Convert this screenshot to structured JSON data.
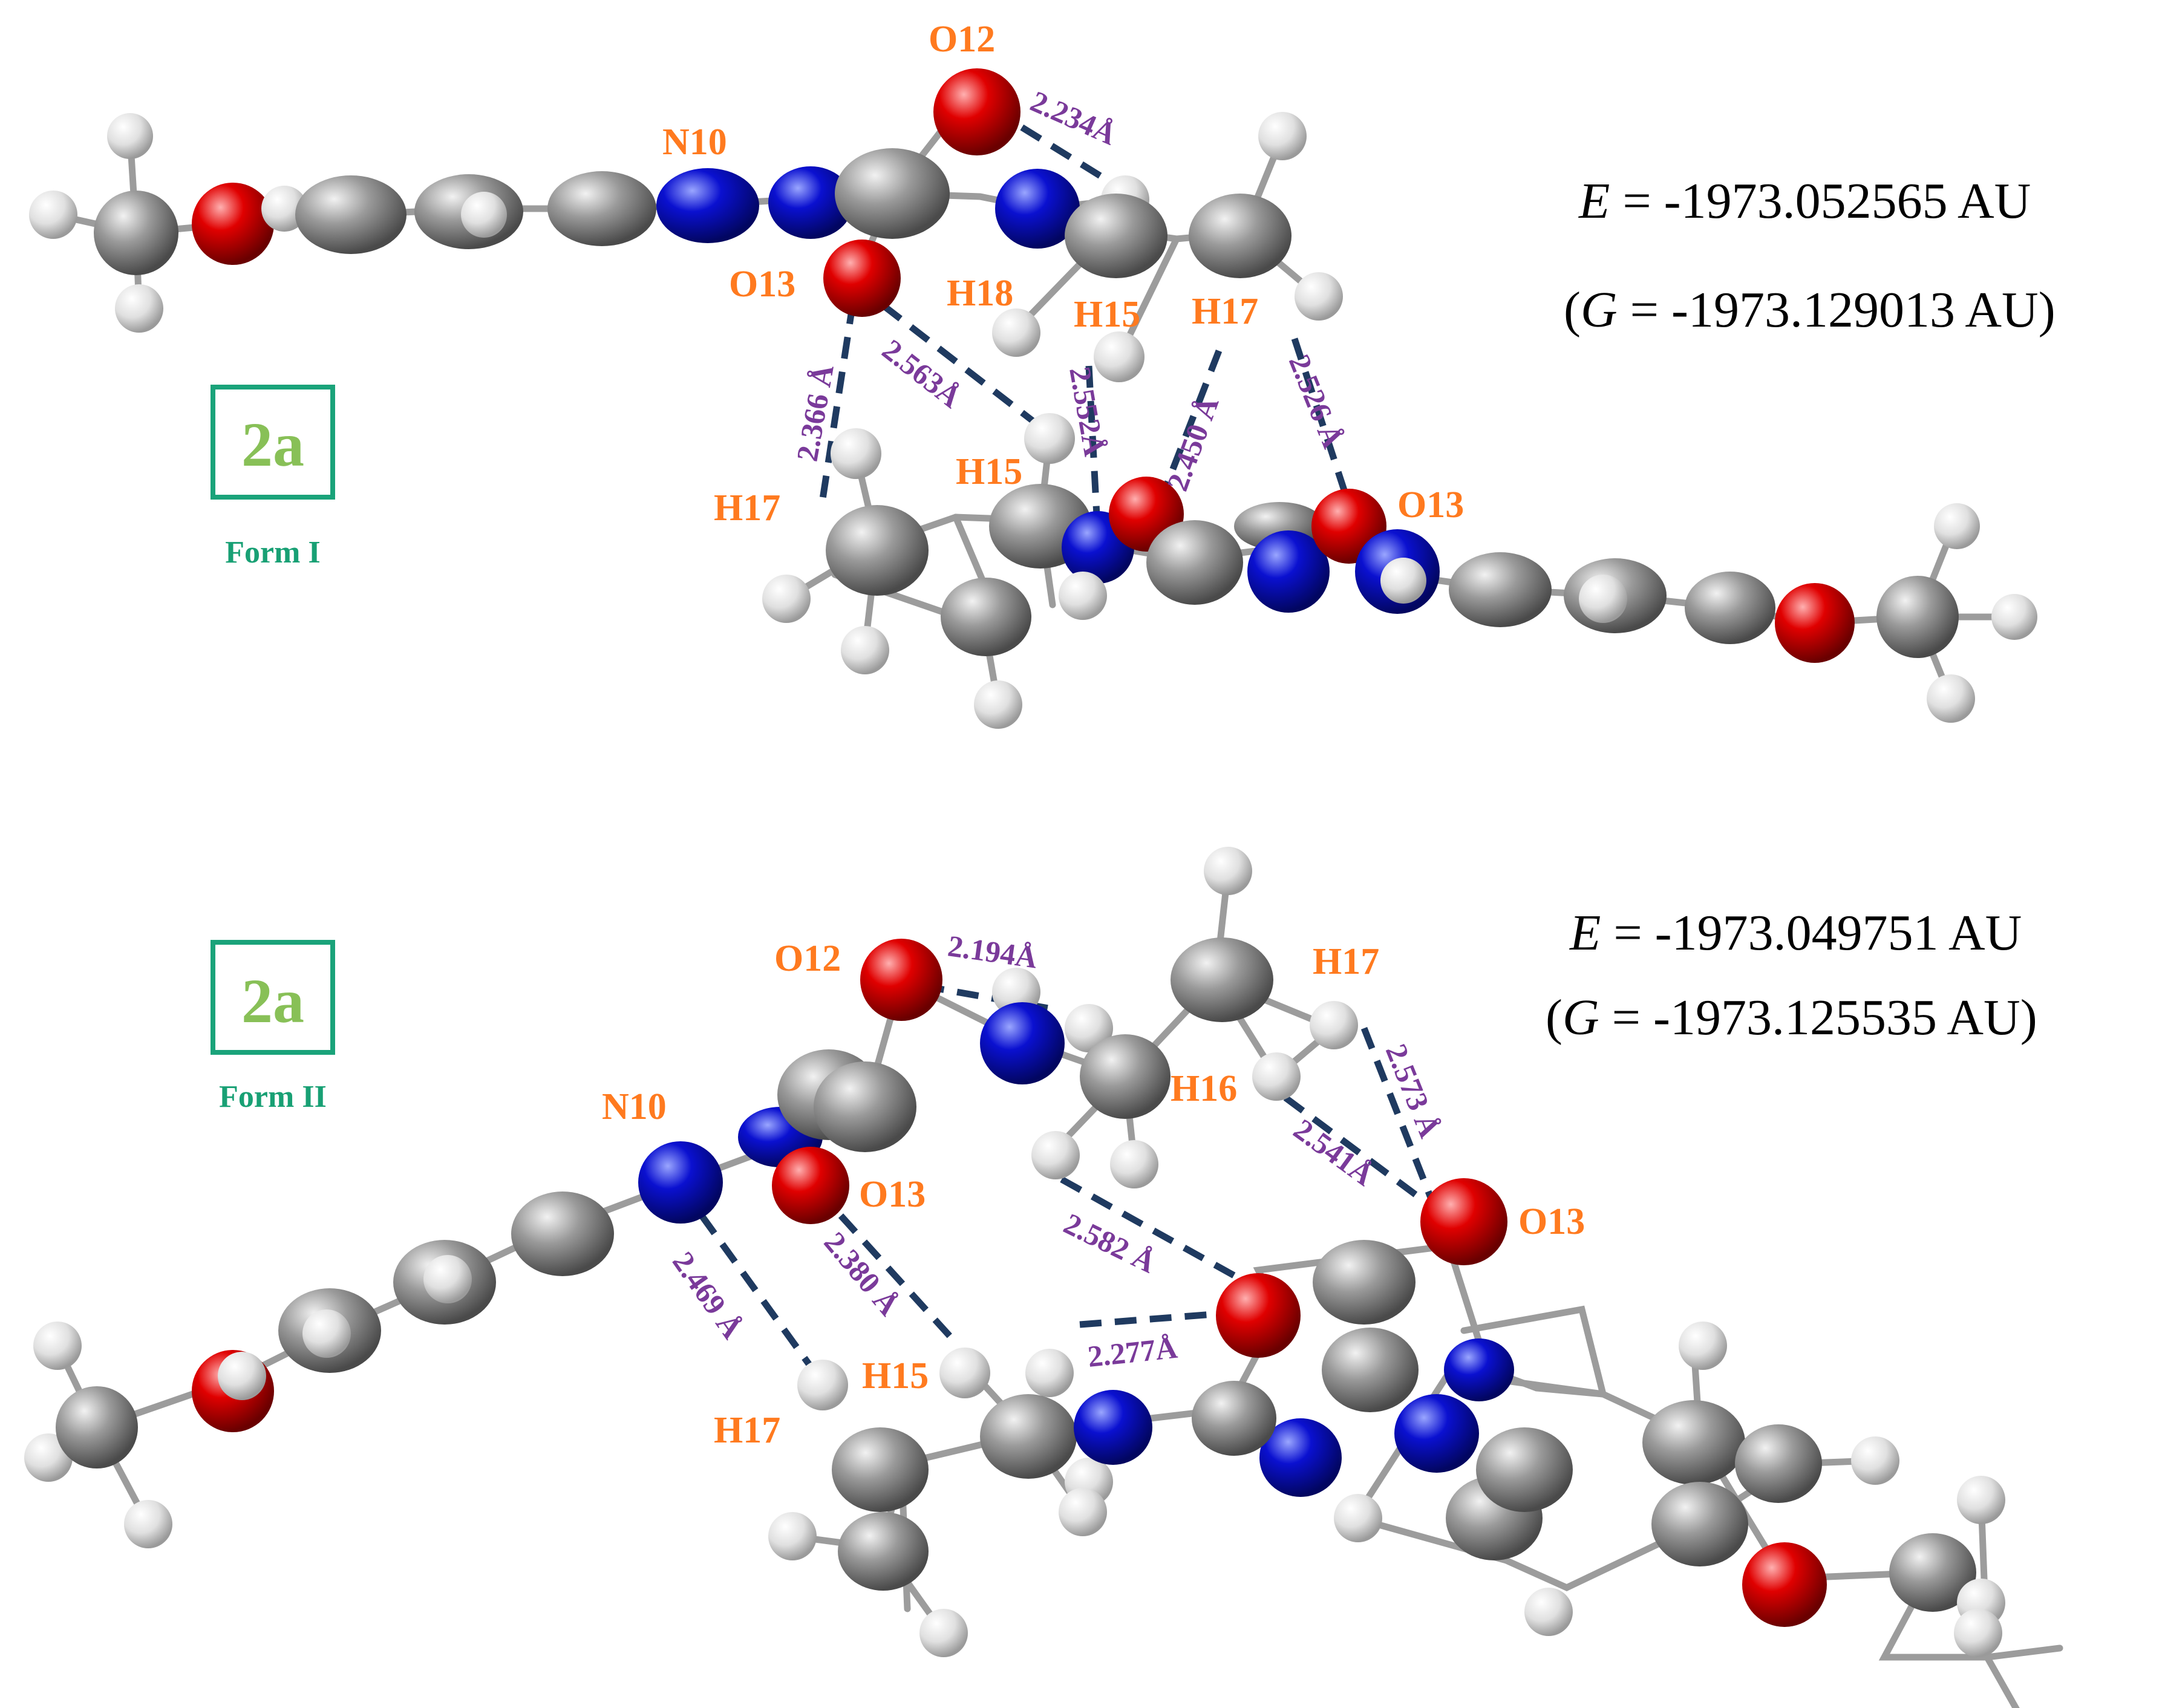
{
  "colors": {
    "carbon": "#8c8c8c",
    "hydrogen": "#e6e6e6",
    "oxygen": "#e00000",
    "nitrogen": "#0a10c8",
    "atom_label": "#ff7a1f",
    "distance_label": "#7a3a9a",
    "hbond": "#1f3a60",
    "compound_text": "#88c057",
    "box": "#1aa37a",
    "form_text": "#18a074"
  },
  "form1": {
    "compound": "2a",
    "form": "Form I",
    "energy": {
      "E_symbol": "E",
      "E_value": " = -1973.052565 AU",
      "G_open": "(",
      "G_symbol": "G",
      "G_value": " = -1973.129013 AU)"
    },
    "atom_labels": [
      "O12",
      "N10",
      "O13",
      "H18",
      "H15",
      "H17",
      "H17",
      "H15",
      "O13"
    ],
    "distances": [
      "2.234Å",
      "2.366 Å",
      "2.563Å",
      "2.552Å",
      "2.450 Å",
      "2.526 Å"
    ]
  },
  "form2": {
    "compound": "2a",
    "form": "Form II",
    "energy": {
      "E_symbol": "E",
      "E_value": " = -1973.049751 AU",
      "G_open": "(",
      "G_symbol": "G",
      "G_value": " = -1973.125535 AU)"
    },
    "atom_labels": [
      "O12",
      "H17",
      "H16",
      "N10",
      "O13",
      "O13",
      "H15",
      "H17"
    ],
    "distances": [
      "2.194Å",
      "2.573 Å",
      "2.541Å",
      "2.582 Å",
      "2.277Å",
      "2.380 Å",
      "2.469 Å"
    ]
  }
}
